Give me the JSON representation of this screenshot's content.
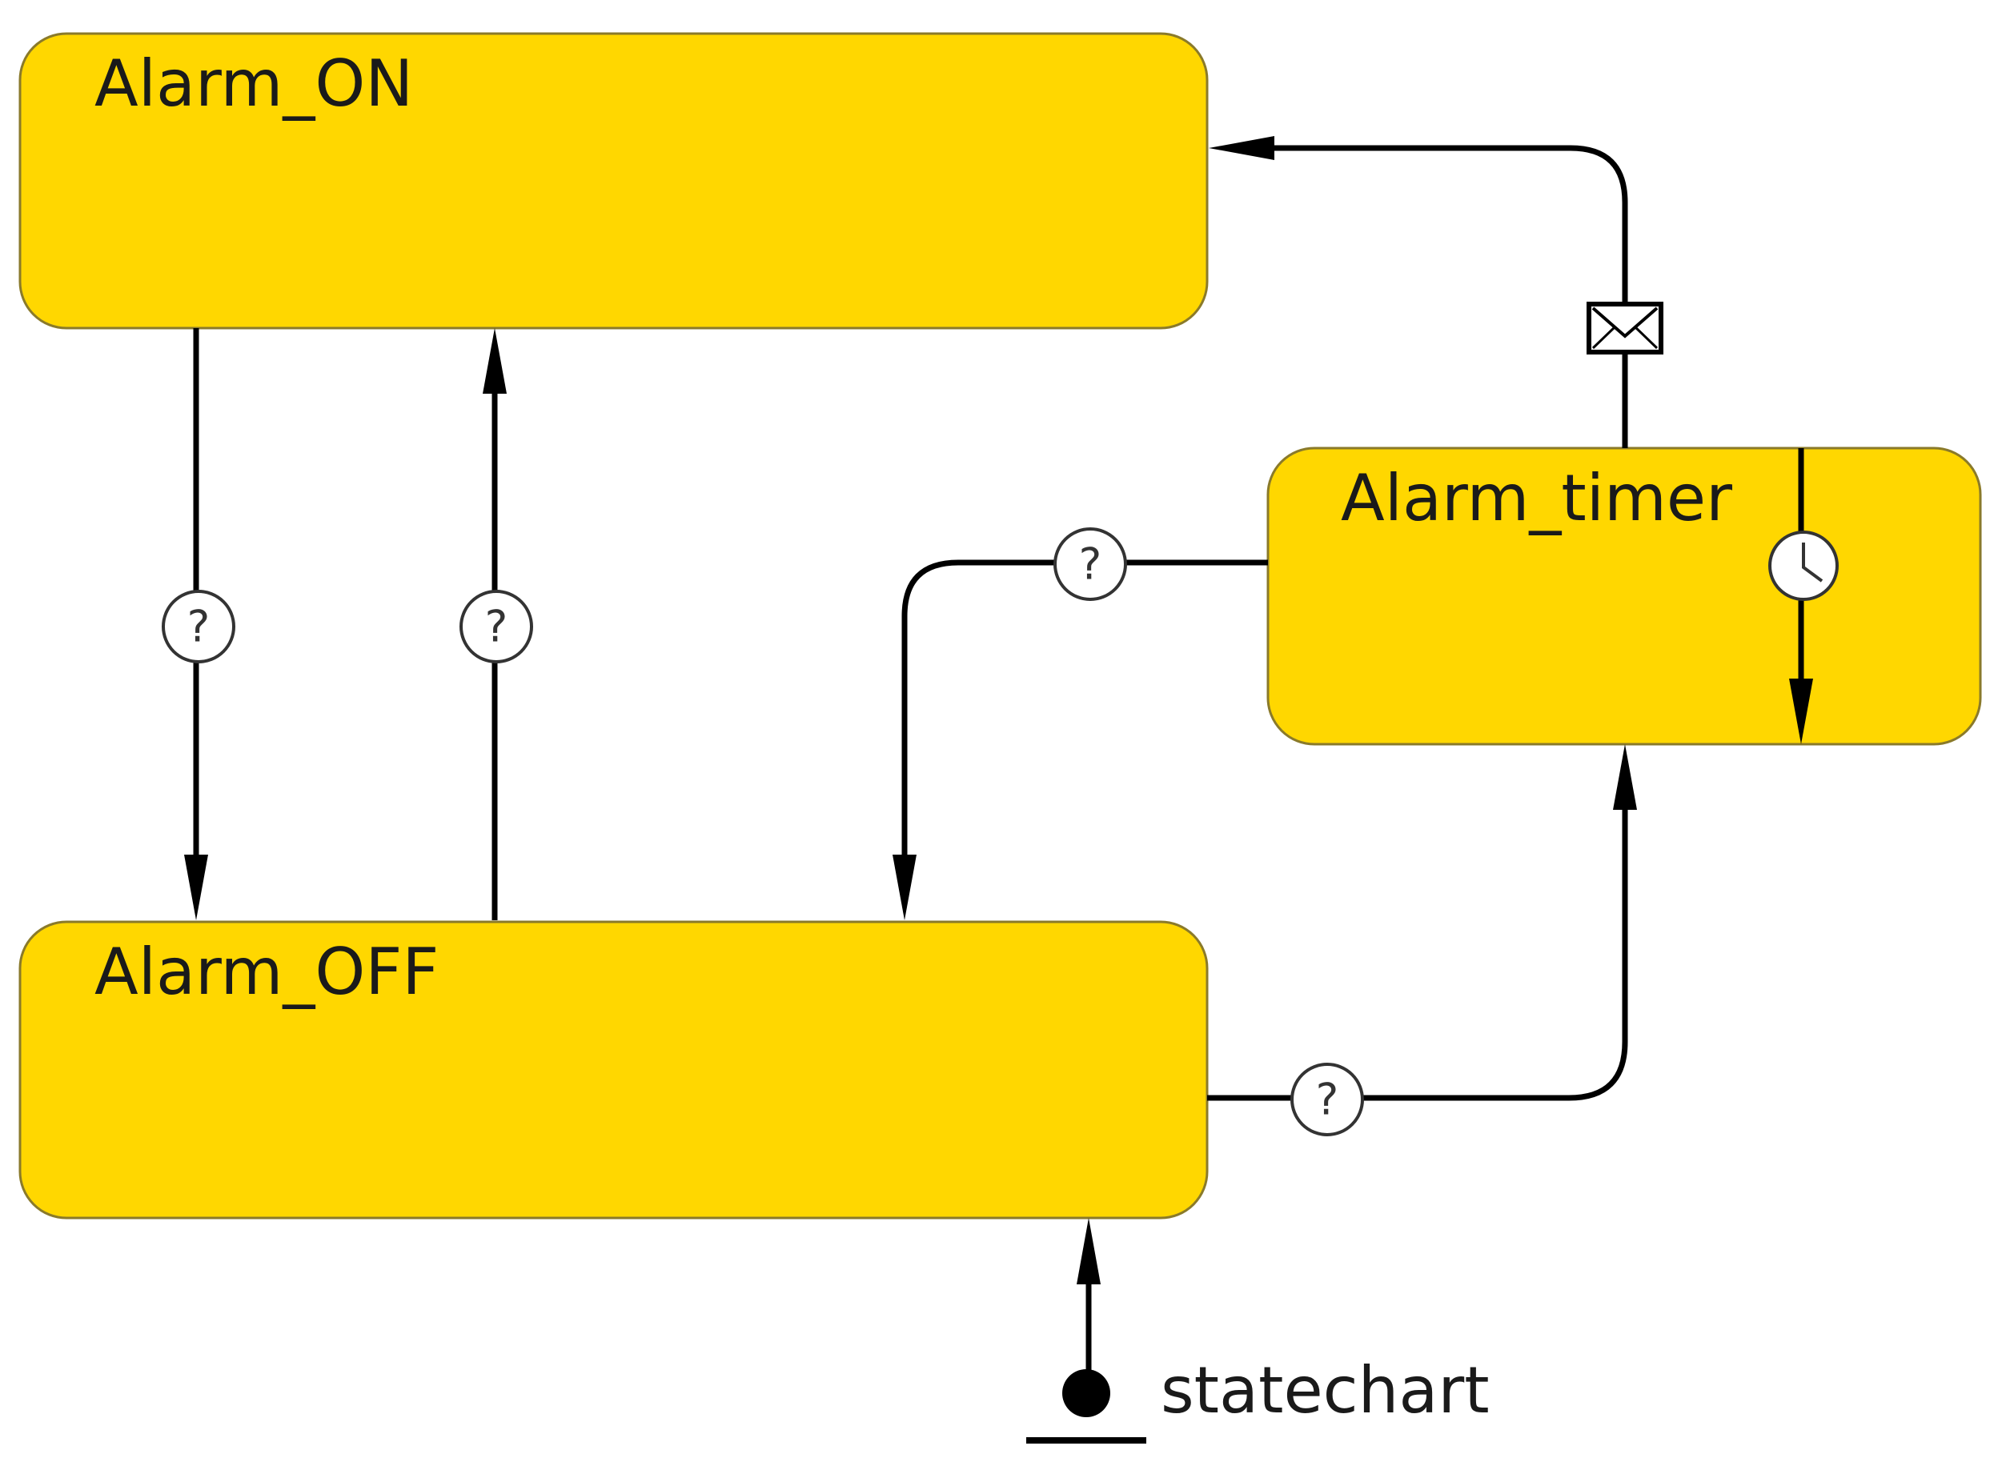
{
  "diagram": {
    "states": {
      "alarm_on": {
        "label": "Alarm_ON"
      },
      "alarm_off": {
        "label": "Alarm_OFF"
      },
      "alarm_timer": {
        "label": "Alarm_timer"
      }
    },
    "initial": {
      "label": "statechart"
    },
    "triggers": {
      "condition_symbol": "?",
      "condition_icon": "question-circle-icon",
      "message_icon": "envelope-icon",
      "timeout_icon": "clock-icon"
    }
  },
  "colors": {
    "state_fill": "#FFD700",
    "state_border": "#8A7A2A",
    "edge": "#000000"
  }
}
